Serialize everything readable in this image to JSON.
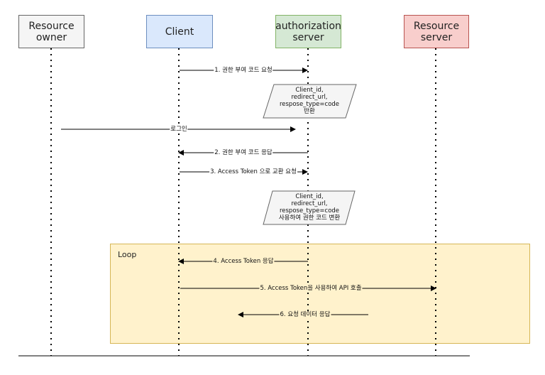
{
  "actors": [
    {
      "label": "Resource\nowner",
      "fill": "#f5f5f5",
      "stroke": "#666666"
    },
    {
      "label": "Client",
      "fill": "#dae8fc",
      "stroke": "#6c8ebf"
    },
    {
      "label": "authorization\nserver",
      "fill": "#d5e8d4",
      "stroke": "#82b366"
    },
    {
      "label": "Resource\nserver",
      "fill": "#f8cecc",
      "stroke": "#b85450"
    }
  ],
  "messages": [
    {
      "text": "1. 권한 부여 코드 요청"
    },
    {
      "text": "로그인"
    },
    {
      "text": "2. 권한 부여 코드 응답"
    },
    {
      "text": "3. Access Token 으로 교환 요청"
    },
    {
      "text": "4. Access Token 응답"
    },
    {
      "text": "5. Access Token을 사용하여 API 호출"
    },
    {
      "text": "6. 요청 데이터 응답"
    }
  ],
  "notes": [
    {
      "text": "Client_id,\nredirect_url,\nrespose_type=code\n반환"
    },
    {
      "text": "Client_id,\nredirect_url,\nrespose_type=code\n사용하여 권한 코드 변환"
    }
  ],
  "loop": {
    "label": "Loop",
    "fill": "#fff2cc",
    "stroke": "#d6b656"
  }
}
